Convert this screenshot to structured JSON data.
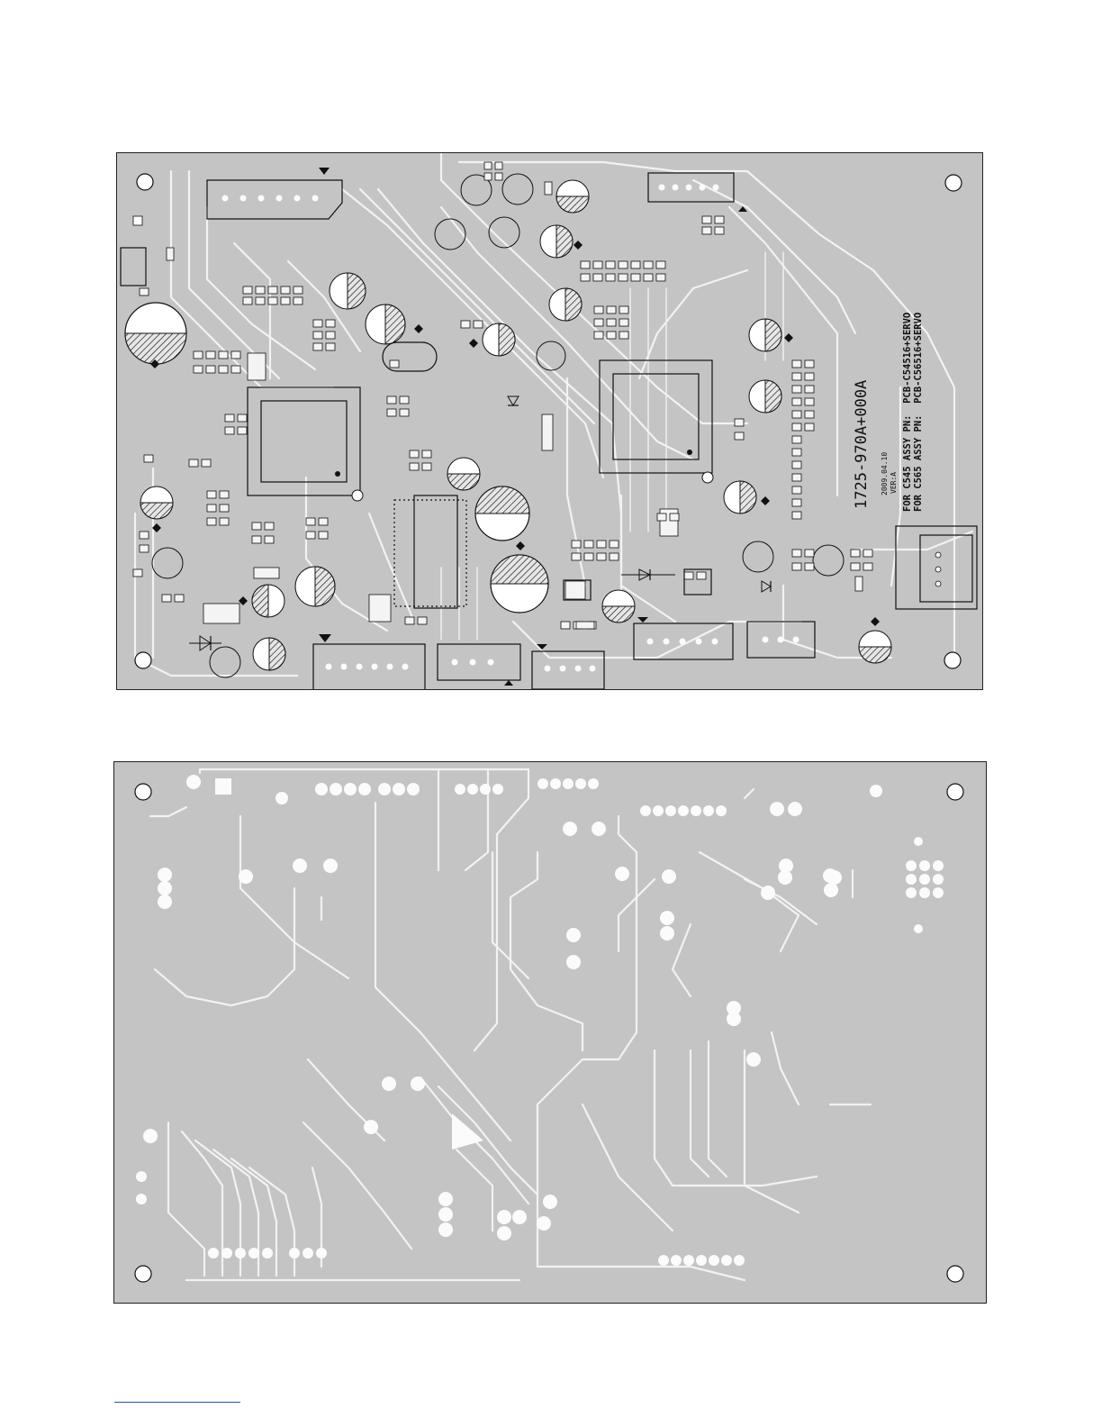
{
  "top_board": {
    "part_number": "1725-970A+000A",
    "date": "2009.04.10",
    "version": "VER:A",
    "assy_line_1": "FOR C545 ASSY PN:  PCB-C54516+SERVO",
    "assy_line_2": "FOR C565 ASSY PN:  PCB-C56516+SERVO"
  },
  "bottom_board": {}
}
